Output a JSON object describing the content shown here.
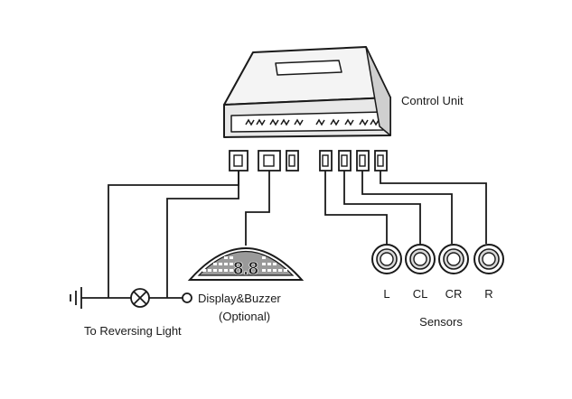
{
  "labels": {
    "control_unit": "Control Unit",
    "display_buzzer": "Display&Buzzer",
    "optional": "(Optional)",
    "reversing_light": "To Reversing Light",
    "sensors": "Sensors"
  },
  "display_readout": "8.8",
  "sensors": [
    {
      "id": "L",
      "label": "L"
    },
    {
      "id": "CL",
      "label": "CL"
    },
    {
      "id": "CR",
      "label": "CR"
    },
    {
      "id": "R",
      "label": "R"
    }
  ],
  "colors": {
    "line": "#1a1a1a",
    "unit_fill": "#f2f2f2",
    "unit_shade": "#cfcfcf",
    "display_fill": "#9a9a9a"
  }
}
